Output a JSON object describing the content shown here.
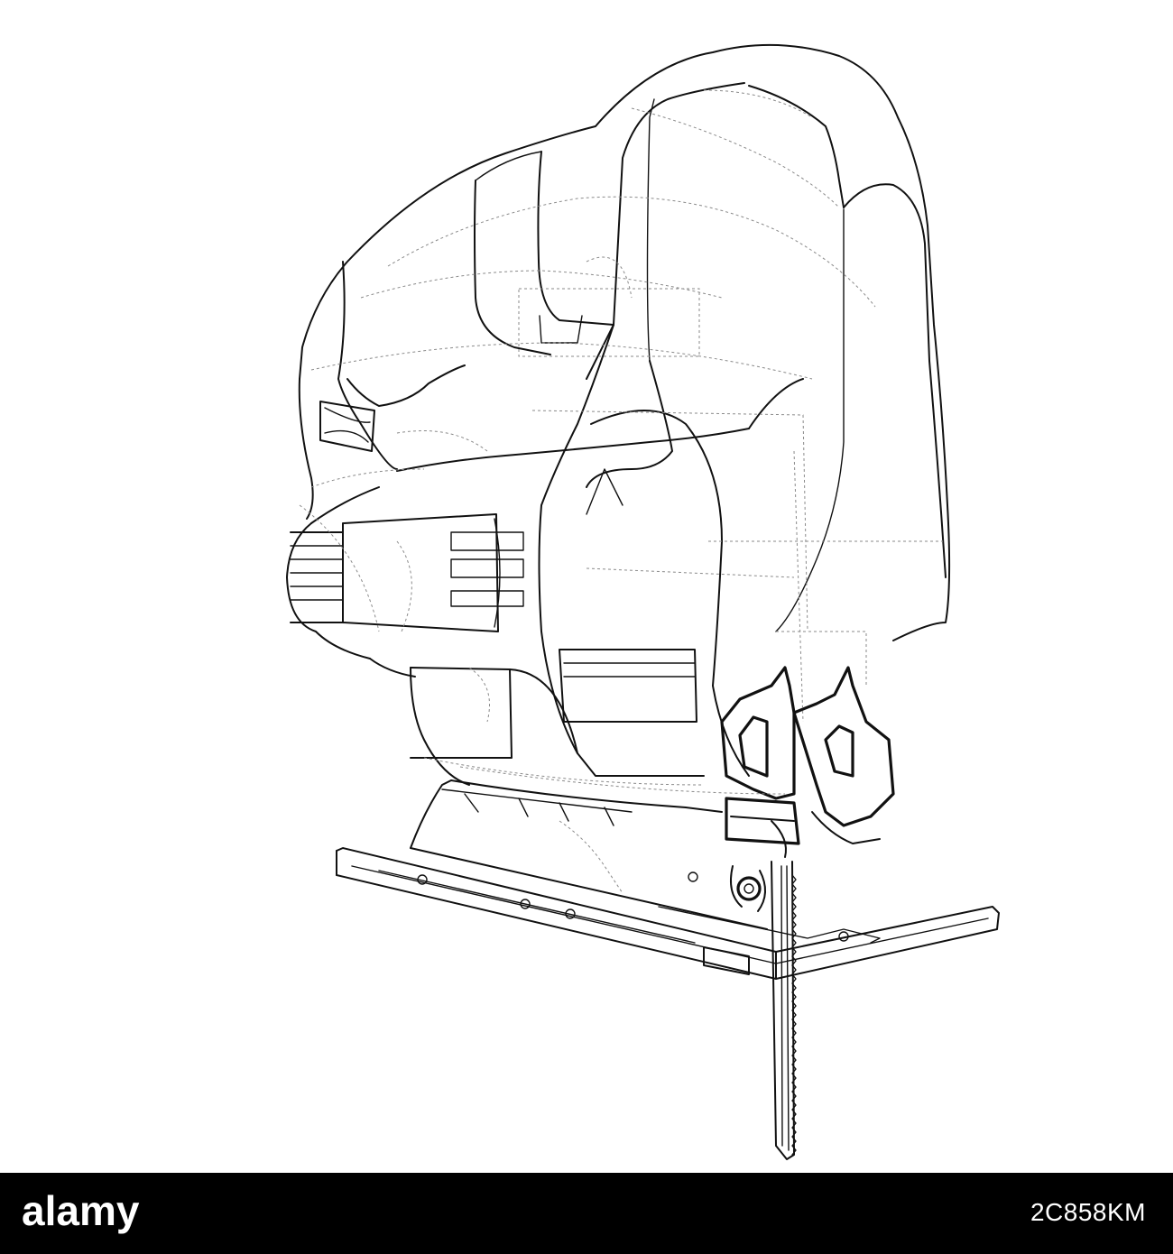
{
  "image": {
    "subject": "wireframe-jigsaw",
    "background_color": "#ffffff",
    "line_color": "#111111"
  },
  "footer": {
    "background_color": "#000000",
    "logo_text": "alamy",
    "stock_id": "2C858KM"
  }
}
